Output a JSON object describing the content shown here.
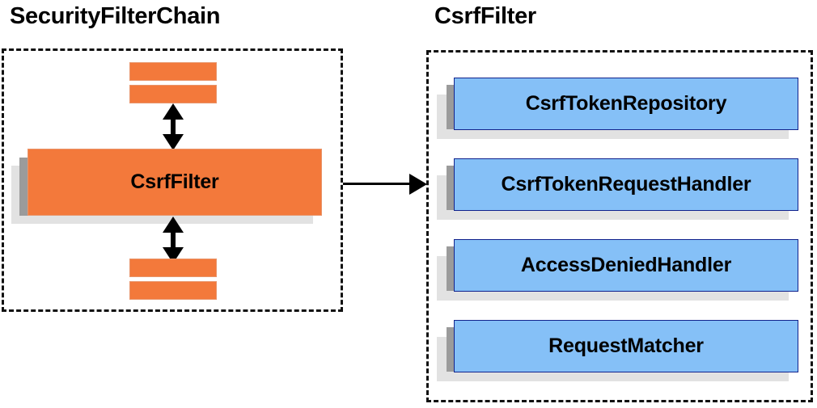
{
  "diagram": {
    "title_left": "SecurityFilterChain",
    "title_right": "CsrfFilter",
    "colors": {
      "orange_fill": "#f3793b",
      "orange_border": "#e8956b",
      "blue_fill": "#85c0f7",
      "blue_border": "#11228c",
      "shadow_dark": "#9b9b9b",
      "shadow_light": "#e2e2e2",
      "panel_border": "#111111",
      "arrow": "#000000"
    }
  },
  "left_panel": {
    "filter_label": "CsrfFilter",
    "top_bars": [
      "filter-bar-1",
      "filter-bar-2"
    ],
    "bottom_bars": [
      "filter-bar-3",
      "filter-bar-4"
    ],
    "arrow_up_name": "bidirectional-arrow-top",
    "arrow_down_name": "bidirectional-arrow-bottom"
  },
  "connector": {
    "name": "csrffilter-to-collaborators-arrow",
    "direction": "right"
  },
  "right_panel": {
    "collaborators": [
      {
        "label": "CsrfTokenRepository"
      },
      {
        "label": "CsrfTokenRequestHandler"
      },
      {
        "label": "AccessDeniedHandler"
      },
      {
        "label": "RequestMatcher"
      }
    ]
  }
}
